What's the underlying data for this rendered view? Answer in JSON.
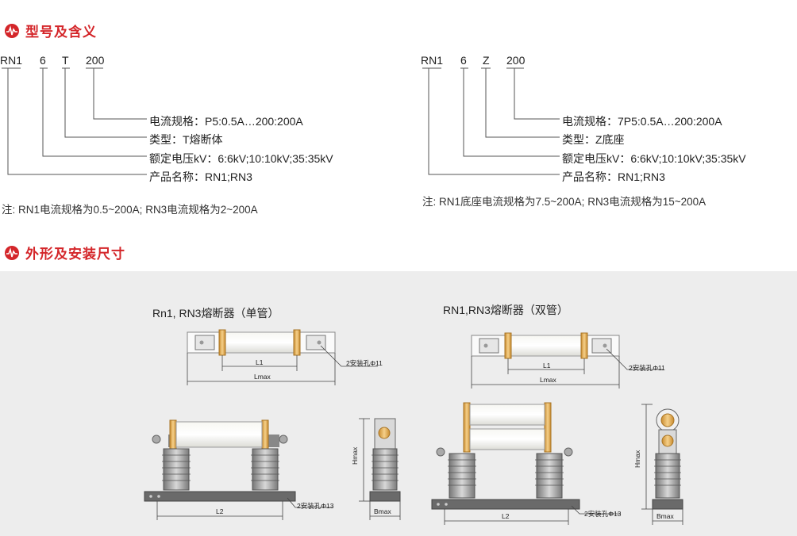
{
  "sections": {
    "model_title": "型号及含义",
    "dims_title": "外形及安装尺寸"
  },
  "left_code": {
    "p1": "RN1",
    "p2": "6",
    "p3": "T",
    "p4": "200"
  },
  "left_desc": {
    "line1": "电流规格：P5:0.5A…200:200A",
    "line2": "类型：T熔断体",
    "line3": "额定电压kV：6:6kV;10:10kV;35:35kV",
    "line4": "产品名称：RN1;RN3"
  },
  "left_note": "注: RN1电流规格为0.5~200A; RN3电流规格为2~200A",
  "right_code": {
    "p1": "RN1",
    "p2": "6",
    "p3": "Z",
    "p4": "200"
  },
  "right_desc": {
    "line1": "电流规格：7P5:0.5A…200:200A",
    "line2": "类型：Z底座",
    "line3": "额定电压kV：6:6kV;10:10kV;35:35kV",
    "line4": "产品名称：RN1;RN3"
  },
  "right_note": "注: RN1底座电流规格为7.5~200A; RN3电流规格为15~200A",
  "drawing_left": {
    "title": "Rn1, RN3熔断器（单管）",
    "l1": "L1",
    "lmax": "Lmax",
    "hole_top": "2安装孔Φ11",
    "l2": "L2",
    "hole_bottom": "2安装孔Φ13",
    "hmax": "Hmax",
    "bmax": "Bmax"
  },
  "drawing_right": {
    "title": "RN1,RN3熔断器（双管）",
    "l1": "L1",
    "lmax": "Lmax",
    "hole_top": "2安装孔Φ11",
    "l2": "L2",
    "hole_bottom": "2安装孔Φ13",
    "hmax": "Hmax",
    "bmax": "Bmax"
  },
  "colors": {
    "accent": "#d4262a",
    "panel": "#ededed",
    "brass": "#e8b561"
  },
  "icons": [
    "pulse-icon"
  ]
}
